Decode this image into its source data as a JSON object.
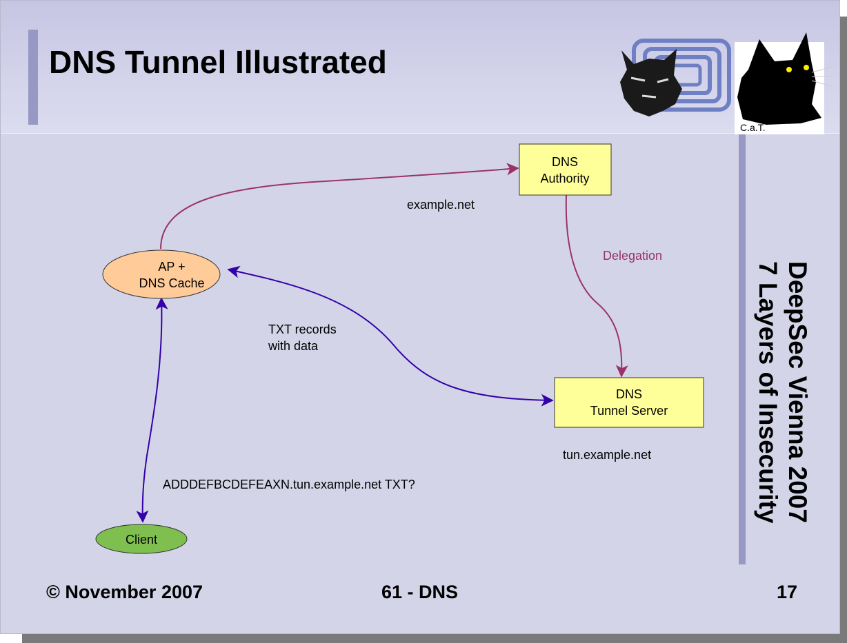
{
  "slide": {
    "title": "DNS Tunnel Illustrated",
    "sidebar_line1": "DeepSec Vienna 2007",
    "sidebar_line2": "7 Layers of Insecurity",
    "footer_left": "© November 2007",
    "footer_center": "61 - DNS",
    "footer_right": "17"
  },
  "logos": {
    "cat_caption": "C.a.T."
  },
  "diagram": {
    "nodes": {
      "dns_authority": [
        "DNS",
        "Authority"
      ],
      "ap_cache": [
        "AP +",
        "DNS Cache"
      ],
      "tunnel_server": [
        "DNS",
        "Tunnel Server"
      ],
      "client": "Client"
    },
    "labels": {
      "authority_domain": "example.net",
      "delegation": "Delegation",
      "txt_records": [
        "TXT records",
        "with data"
      ],
      "tunnel_domain": "tun.example.net",
      "query": "ADDDEFBCDEFEAXN.tun.example.net TXT?"
    }
  },
  "colors": {
    "node_box_fill": "#ffff99",
    "ap_fill": "#ffcc99",
    "client_fill": "#7fbf4f",
    "purple_arrow": "#993366",
    "blue_arrow": "#3300aa",
    "background": "#d4d4e8",
    "accent_bar": "#9898c4"
  }
}
